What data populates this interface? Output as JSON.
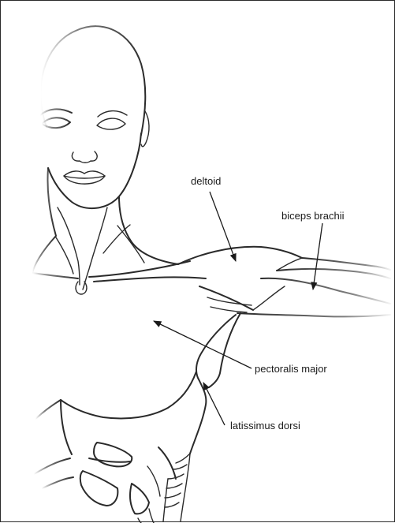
{
  "labels": {
    "deltoid": "deltoid",
    "biceps": "biceps brachii",
    "pectoralis": "pectoralis major",
    "latissimus": "latissimus dorsi"
  },
  "colors": {
    "line": "#2a2a2a",
    "background": "#ffffff"
  }
}
